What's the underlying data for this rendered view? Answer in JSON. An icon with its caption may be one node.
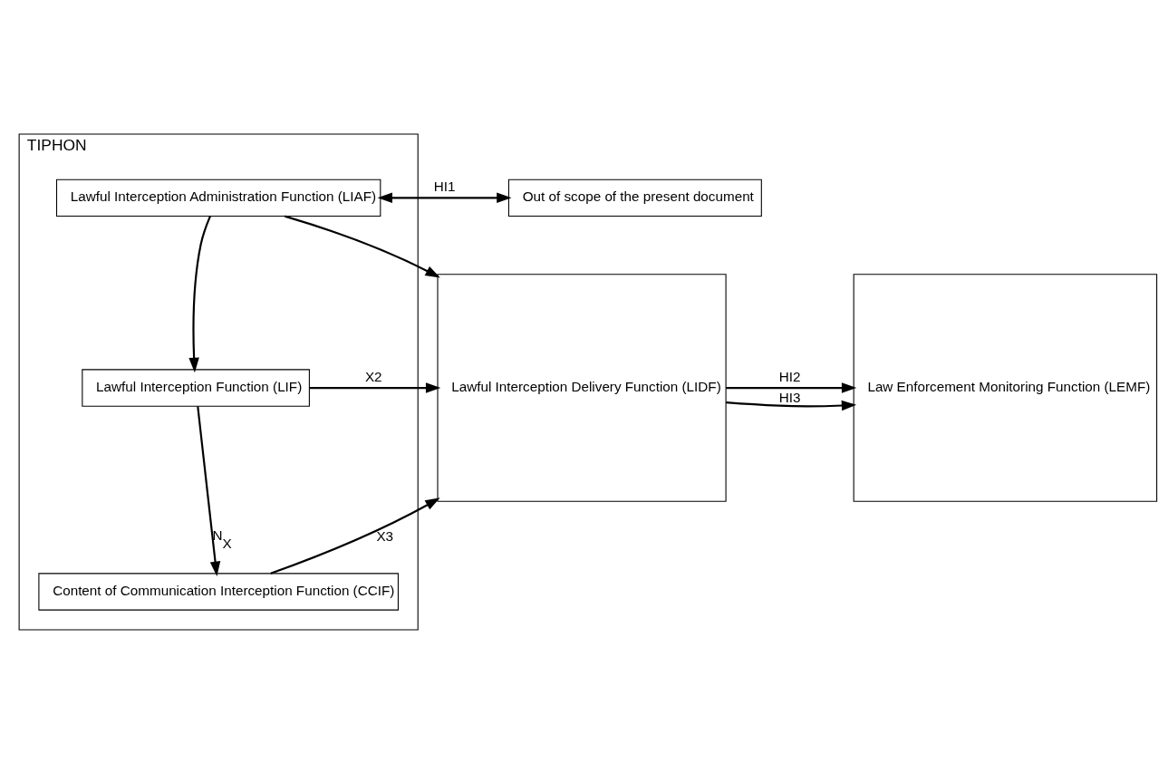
{
  "diagram": {
    "nodes": [
      {
        "text": [
          "TIPHON"
        ]
      },
      {
        "text": [
          "Lawful Interception Administration Function (LIAF)"
        ],
        "in": 0
      },
      {
        "text": [
          "Out of scope of the present document"
        ]
      },
      {
        "text": [
          "Lawful Interception Function (LIF)"
        ],
        "in": 0
      },
      {
        "text": [
          "Lawful Interception Delivery Function (LIDF)"
        ]
      },
      {
        "text": [
          "Law Enforcement Monitoring Function (LEMF)"
        ]
      },
      {
        "text": [
          "Content of Communication Interception Function (CCIF)"
        ],
        "in": 0
      }
    ],
    "edges": [
      {
        "from": 1,
        "to": 2,
        "arrow": "both",
        "label": "HI1"
      },
      {
        "from": 1,
        "to": 3,
        "arrow": "to"
      },
      {
        "from": 1,
        "to": 4,
        "arrow": "to"
      },
      {
        "from": 3,
        "to": 4,
        "arrow": "to",
        "label": "X2"
      },
      {
        "from": 3,
        "to": 6,
        "arrow": "to",
        "label": "N$_{X}$"
      },
      {
        "from": 4,
        "to": 5,
        "arrow": "to",
        "label": "HI2"
      },
      {
        "from": 4,
        "to": 5,
        "arrow": "to",
        "label": "HI3"
      },
      {
        "from": 6,
        "to": 4,
        "arrow": "to",
        "label": "X3"
      }
    ]
  }
}
